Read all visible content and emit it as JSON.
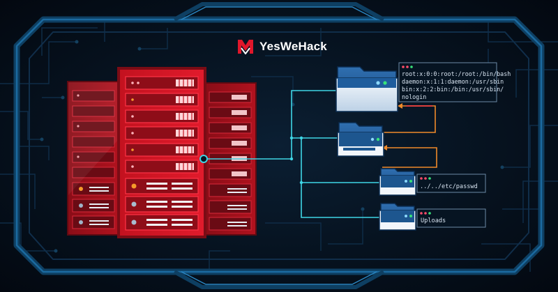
{
  "brand": {
    "name": "YesWeHack"
  },
  "terminals": {
    "passwd_output": {
      "lines": [
        "root:x:0:0:root:/root:/bin/bash",
        "daemon:x:1:1:daemon:/usr/sbin",
        "bin:x:2:2:bin:/bin:/usr/sbin/",
        "nologin"
      ]
    },
    "path_input": {
      "text": "../../etc/passwd"
    },
    "uploads": {
      "text": "Uploads"
    }
  },
  "colors": {
    "accent_red": "#e0172b",
    "accent_cyan": "#3fd6e6",
    "accent_orange": "#f08a2a",
    "frame_blue": "#0f4a73",
    "terminal_dot_red": "#ff4d6a",
    "terminal_dot_green": "#38e27a"
  },
  "icons": [
    "yeswehack-logo-icon",
    "server-rack-icon",
    "folder-icon",
    "terminal-window-icon"
  ]
}
